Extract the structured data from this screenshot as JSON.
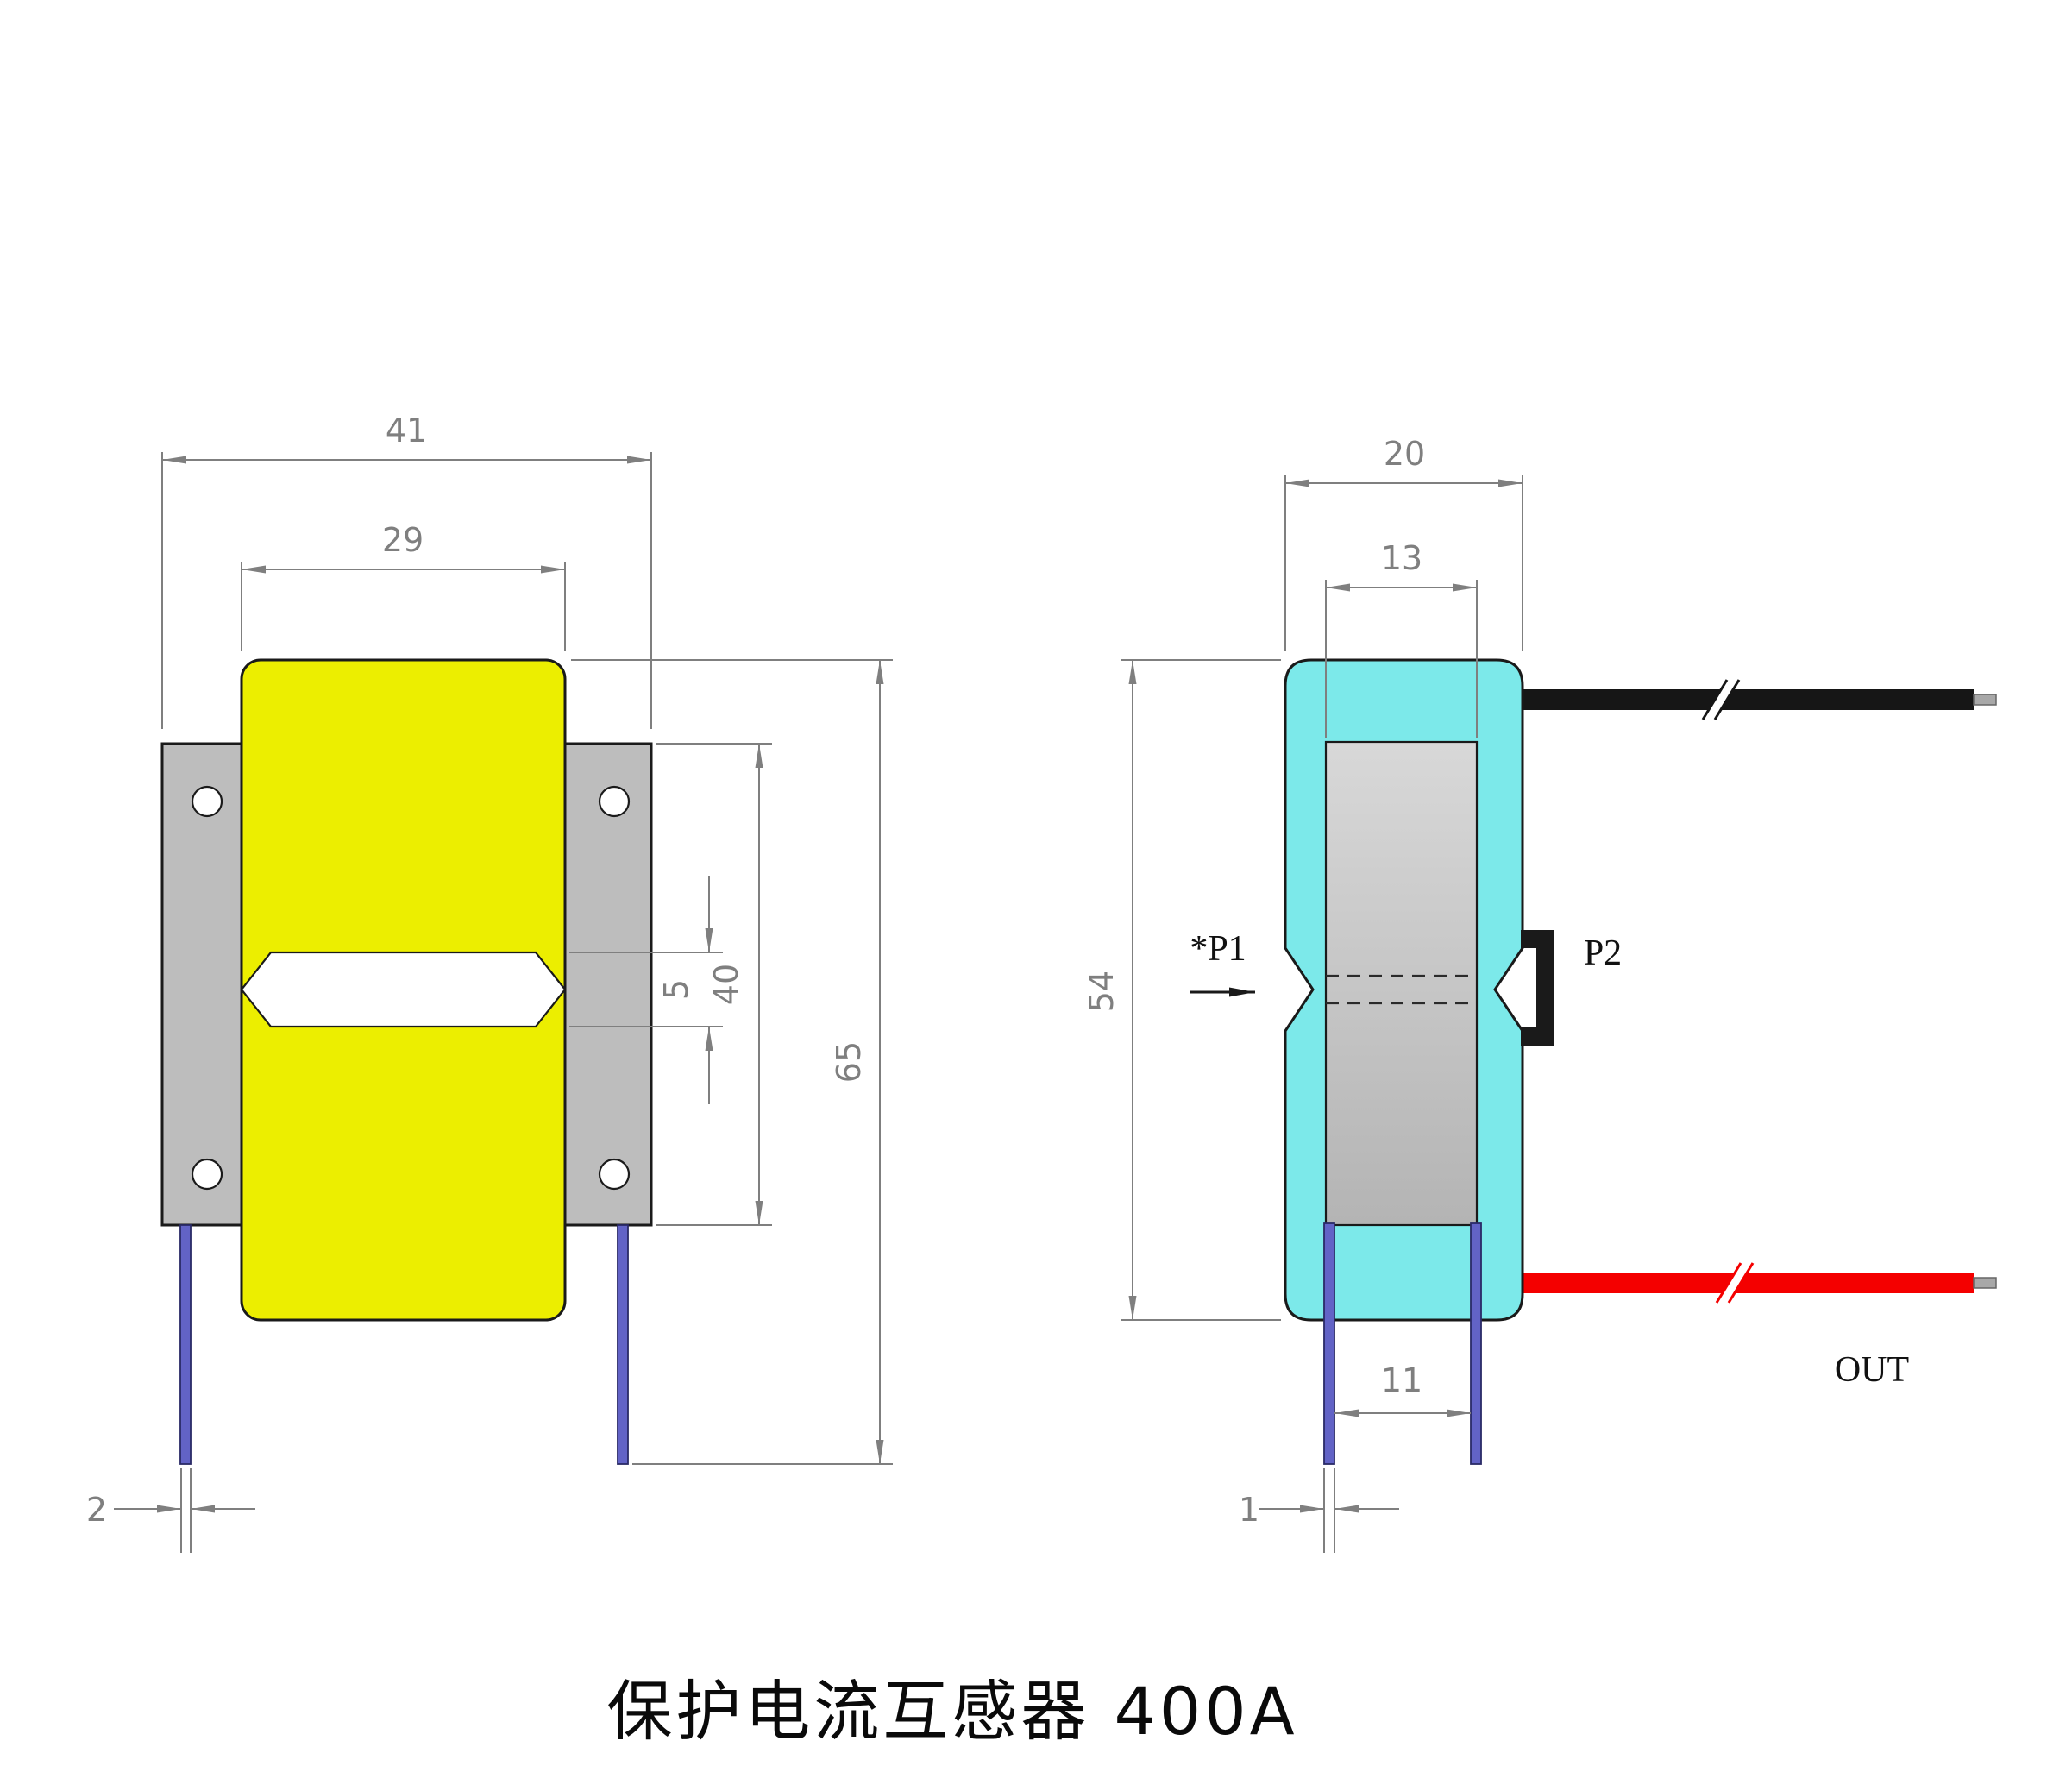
{
  "title": "保护电流互感器 400A",
  "colors": {
    "yellow": "#ECEE00",
    "cyan": "#7CE9EA",
    "plate_gray": "#BDBDBD",
    "core_gray_light": "#D8D8D8",
    "core_gray_dark": "#B4B4B4",
    "wire_blue": "#6263C6",
    "wire_red": "#F40000",
    "wire_black": "#161616",
    "tip_gray": "#A8A8A8",
    "dim": "#7F7F7F",
    "outline": "#1A1A1A",
    "gap_white": "#FFFFFF"
  },
  "front_view": {
    "dim_outer_width": "41",
    "dim_window_width": "29",
    "dim_gap": "5",
    "dim_plate_height": "40",
    "dim_total_height": "65",
    "dim_lead_dia": "2"
  },
  "side_view": {
    "dim_outer_depth": "20",
    "dim_core_depth": "13",
    "dim_body_height": "54",
    "dim_lead_pitch": "11",
    "dim_lead_dia": "1",
    "label_p1": "*P1",
    "label_p2": "P2",
    "label_out": "OUT"
  }
}
